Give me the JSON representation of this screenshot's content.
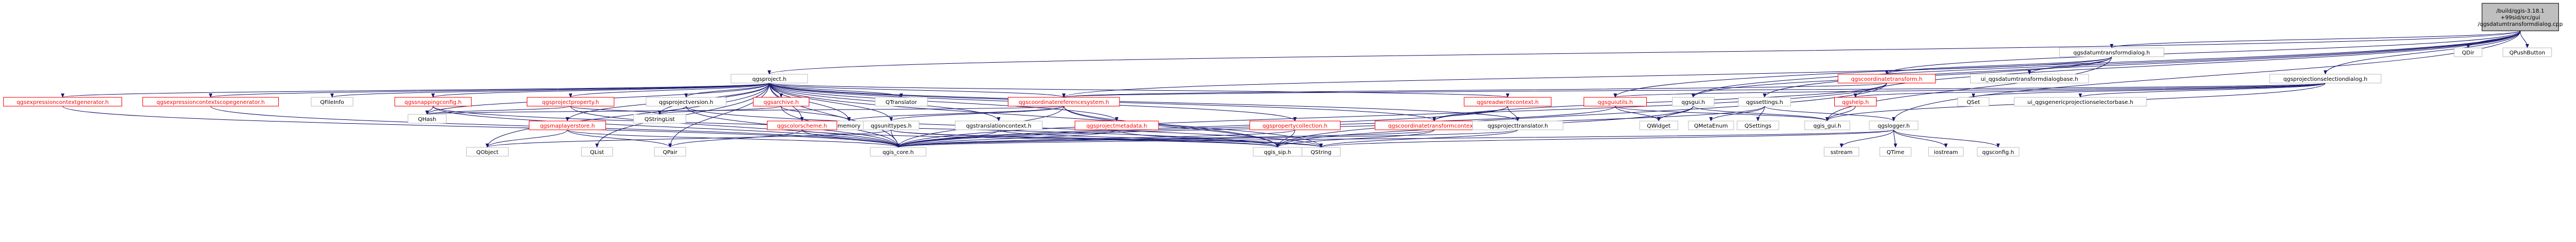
{
  "diagram": {
    "kind": "include-dependency-graph",
    "colors": {
      "edge": "#191970",
      "root_fill": "#bfbfbf",
      "doc_border": "#ff0000",
      "doc_text": "#ff0000",
      "plain_border": "#bfbfbf",
      "plain_text": "#000000"
    },
    "nodes": [
      {
        "id": "root",
        "lines": [
          "/build/qgis-3.18.1",
          "+99sid/src/gui",
          "/qgsdatumtransformdialog.cpp"
        ],
        "style": "root"
      },
      {
        "id": "n_dtdlg",
        "lines": [
          "qgsdatumtransformdialog.h"
        ],
        "style": "plain"
      },
      {
        "id": "n_qdir",
        "lines": [
          "QDir"
        ],
        "style": "plain"
      },
      {
        "id": "n_qpush",
        "lines": [
          "QPushButton"
        ],
        "style": "plain"
      },
      {
        "id": "n_project",
        "lines": [
          "qgsproject.h"
        ],
        "style": "plain"
      },
      {
        "id": "n_ctr",
        "lines": [
          "qgscoordinatetransform.h"
        ],
        "style": "red"
      },
      {
        "id": "n_uidt",
        "lines": [
          "ui_qgsdatumtransformdialogbase.h"
        ],
        "style": "plain"
      },
      {
        "id": "n_projsel",
        "lines": [
          "qgsprojectionselectiondialog.h"
        ],
        "style": "plain"
      },
      {
        "id": "n_exprgen",
        "lines": [
          "qgsexpressioncontextgenerator.h"
        ],
        "style": "red"
      },
      {
        "id": "n_exprscope",
        "lines": [
          "qgsexpressioncontextscopegenerator.h"
        ],
        "style": "red"
      },
      {
        "id": "n_qfileinfo",
        "lines": [
          "QFileInfo"
        ],
        "style": "plain"
      },
      {
        "id": "n_snapcfg",
        "lines": [
          "qgssnappingconfig.h"
        ],
        "style": "red"
      },
      {
        "id": "n_projprop",
        "lines": [
          "qgsprojectproperty.h"
        ],
        "style": "red"
      },
      {
        "id": "n_projver",
        "lines": [
          "qgsprojectversion.h"
        ],
        "style": "plain"
      },
      {
        "id": "n_archive",
        "lines": [
          "qgsarchive.h"
        ],
        "style": "red"
      },
      {
        "id": "n_qtranslator",
        "lines": [
          "QTranslator"
        ],
        "style": "plain"
      },
      {
        "id": "n_crs",
        "lines": [
          "qgscoordinatereferencesystem.h"
        ],
        "style": "red"
      },
      {
        "id": "n_readwrite",
        "lines": [
          "qgsreadwritecontext.h"
        ],
        "style": "red"
      },
      {
        "id": "n_guiutils",
        "lines": [
          "qgsguiutils.h"
        ],
        "style": "red"
      },
      {
        "id": "n_qgsgui",
        "lines": [
          "qgsgui.h"
        ],
        "style": "plain"
      },
      {
        "id": "n_settings",
        "lines": [
          "qgssettings.h"
        ],
        "style": "plain"
      },
      {
        "id": "n_help",
        "lines": [
          "qgshelp.h"
        ],
        "style": "red"
      },
      {
        "id": "n_qset",
        "lines": [
          "QSet"
        ],
        "style": "plain"
      },
      {
        "id": "n_uigeneric",
        "lines": [
          "ui_qgsgenericprojectionselectorbase.h"
        ],
        "style": "plain"
      },
      {
        "id": "n_qhash",
        "lines": [
          "QHash"
        ],
        "style": "plain"
      },
      {
        "id": "n_qstringlist",
        "lines": [
          "QStringList"
        ],
        "style": "plain"
      },
      {
        "id": "n_memory",
        "lines": [
          "memory"
        ],
        "style": "plain"
      },
      {
        "id": "n_unittypes",
        "lines": [
          "qgsunittypes.h"
        ],
        "style": "plain"
      },
      {
        "id": "n_translctx",
        "lines": [
          "qgstranslationcontext.h"
        ],
        "style": "plain"
      },
      {
        "id": "n_projmeta",
        "lines": [
          "qgsprojectmetadata.h"
        ],
        "style": "red"
      },
      {
        "id": "n_colorscheme",
        "lines": [
          "qgscolorscheme.h"
        ],
        "style": "red"
      },
      {
        "id": "n_maplayerstore",
        "lines": [
          "qgsmaplayerstore.h"
        ],
        "style": "red"
      },
      {
        "id": "n_propcoll",
        "lines": [
          "qgspropertycollection.h"
        ],
        "style": "red"
      },
      {
        "id": "n_ctctx",
        "lines": [
          "qgscoordinatetransformcontext.h"
        ],
        "style": "red"
      },
      {
        "id": "n_projtrans",
        "lines": [
          "qgsprojecttranslator.h"
        ],
        "style": "plain"
      },
      {
        "id": "n_qwidget",
        "lines": [
          "QWidget"
        ],
        "style": "plain"
      },
      {
        "id": "n_qmetaenum",
        "lines": [
          "QMetaEnum"
        ],
        "style": "plain"
      },
      {
        "id": "n_qsettings",
        "lines": [
          "QSettings"
        ],
        "style": "plain"
      },
      {
        "id": "n_qgslogger",
        "lines": [
          "qgslogger.h"
        ],
        "style": "plain"
      },
      {
        "id": "n_qobject",
        "lines": [
          "QObject"
        ],
        "style": "plain"
      },
      {
        "id": "n_qlist",
        "lines": [
          "QList"
        ],
        "style": "plain"
      },
      {
        "id": "n_qpair",
        "lines": [
          "QPair"
        ],
        "style": "plain"
      },
      {
        "id": "n_qgscore",
        "lines": [
          "qgis_core.h"
        ],
        "style": "plain"
      },
      {
        "id": "n_qgssip",
        "lines": [
          "qgis_sip.h"
        ],
        "style": "plain"
      },
      {
        "id": "n_qstring",
        "lines": [
          "QString"
        ],
        "style": "plain"
      },
      {
        "id": "n_qgsguih",
        "lines": [
          "qgis_gui.h"
        ],
        "style": "plain"
      },
      {
        "id": "n_sstream",
        "lines": [
          "sstream"
        ],
        "style": "plain"
      },
      {
        "id": "n_qtime",
        "lines": [
          "QTime"
        ],
        "style": "plain"
      },
      {
        "id": "n_iostream",
        "lines": [
          "iostream"
        ],
        "style": "plain"
      },
      {
        "id": "n_qgsconfig",
        "lines": [
          "qgsconfig.h"
        ],
        "style": "plain"
      }
    ],
    "edges": [
      [
        "root",
        "n_dtdlg"
      ],
      [
        "root",
        "n_qdir"
      ],
      [
        "root",
        "n_qpush"
      ],
      [
        "root",
        "n_project"
      ],
      [
        "root",
        "n_ctr"
      ],
      [
        "root",
        "n_projsel"
      ],
      [
        "root",
        "n_qgsgui"
      ],
      [
        "root",
        "n_settings"
      ],
      [
        "root",
        "n_help"
      ],
      [
        "root",
        "n_qgslogger"
      ],
      [
        "root",
        "n_guiutils"
      ],
      [
        "n_dtdlg",
        "n_ctr"
      ],
      [
        "n_dtdlg",
        "n_uidt"
      ],
      [
        "n_dtdlg",
        "n_crs"
      ],
      [
        "n_dtdlg",
        "n_qgsgui"
      ],
      [
        "n_dtdlg",
        "n_qgsguih"
      ],
      [
        "n_projsel",
        "n_qset"
      ],
      [
        "n_projsel",
        "n_uigeneric"
      ],
      [
        "n_projsel",
        "n_guiutils"
      ],
      [
        "n_projsel",
        "n_help"
      ],
      [
        "n_projsel",
        "n_qgsguih"
      ],
      [
        "n_projsel",
        "n_crs"
      ],
      [
        "n_project",
        "n_exprgen"
      ],
      [
        "n_project",
        "n_exprscope"
      ],
      [
        "n_project",
        "n_qfileinfo"
      ],
      [
        "n_project",
        "n_snapcfg"
      ],
      [
        "n_project",
        "n_projprop"
      ],
      [
        "n_project",
        "n_projver"
      ],
      [
        "n_project",
        "n_archive"
      ],
      [
        "n_project",
        "n_qtranslator"
      ],
      [
        "n_project",
        "n_crs"
      ],
      [
        "n_project",
        "n_readwrite"
      ],
      [
        "n_project",
        "n_qhash"
      ],
      [
        "n_project",
        "n_qstringlist"
      ],
      [
        "n_project",
        "n_memory"
      ],
      [
        "n_project",
        "n_unittypes"
      ],
      [
        "n_project",
        "n_translctx"
      ],
      [
        "n_project",
        "n_projmeta"
      ],
      [
        "n_project",
        "n_colorscheme"
      ],
      [
        "n_project",
        "n_maplayerstore"
      ],
      [
        "n_project",
        "n_propcoll"
      ],
      [
        "n_project",
        "n_ctctx"
      ],
      [
        "n_project",
        "n_projtrans"
      ],
      [
        "n_project",
        "n_qobject"
      ],
      [
        "n_project",
        "n_qlist"
      ],
      [
        "n_project",
        "n_qgscore"
      ],
      [
        "n_project",
        "n_qgssip"
      ],
      [
        "n_project",
        "n_qpair"
      ],
      [
        "n_exprgen",
        "n_qgscore"
      ],
      [
        "n_exprscope",
        "n_qgscore"
      ],
      [
        "n_snapcfg",
        "n_qhash"
      ],
      [
        "n_snapcfg",
        "n_qgscore"
      ],
      [
        "n_snapcfg",
        "n_qgssip"
      ],
      [
        "n_projprop",
        "n_qhash"
      ],
      [
        "n_projprop",
        "n_qstringlist"
      ],
      [
        "n_projprop",
        "n_qgscore"
      ],
      [
        "n_projver",
        "n_qstringlist"
      ],
      [
        "n_projver",
        "n_qgscore"
      ],
      [
        "n_projver",
        "n_qstring"
      ],
      [
        "n_archive",
        "n_memory"
      ],
      [
        "n_archive",
        "n_qgscore"
      ],
      [
        "n_archive",
        "n_qstringlist"
      ],
      [
        "n_crs",
        "n_qhash"
      ],
      [
        "n_crs",
        "n_qgscore"
      ],
      [
        "n_crs",
        "n_qgssip"
      ],
      [
        "n_crs",
        "n_unittypes"
      ],
      [
        "n_crs",
        "n_qstring"
      ],
      [
        "n_crs",
        "n_memory"
      ],
      [
        "n_readwrite",
        "n_ctctx"
      ],
      [
        "n_readwrite",
        "n_projtrans"
      ],
      [
        "n_readwrite",
        "n_qgscore"
      ],
      [
        "n_ctr",
        "n_crs"
      ],
      [
        "n_ctr",
        "n_ctctx"
      ],
      [
        "n_ctr",
        "n_qgscore"
      ],
      [
        "n_ctr",
        "n_qgssip"
      ],
      [
        "n_guiutils",
        "n_qgsguih"
      ],
      [
        "n_guiutils",
        "n_qwidget"
      ],
      [
        "n_guiutils",
        "n_qgscore"
      ],
      [
        "n_qgsgui",
        "n_qgsguih"
      ],
      [
        "n_qgsgui",
        "n_qwidget"
      ],
      [
        "n_qgsgui",
        "n_qgssip"
      ],
      [
        "n_settings",
        "n_qmetaenum"
      ],
      [
        "n_settings",
        "n_qsettings"
      ],
      [
        "n_settings",
        "n_qgscore"
      ],
      [
        "n_settings",
        "n_qgslogger"
      ],
      [
        "n_help",
        "n_qgsguih"
      ],
      [
        "n_unittypes",
        "n_qgscore"
      ],
      [
        "n_unittypes",
        "n_qgssip"
      ],
      [
        "n_unittypes",
        "n_qstring"
      ],
      [
        "n_unittypes",
        "n_qobject"
      ],
      [
        "n_translctx",
        "n_qgscore"
      ],
      [
        "n_translctx",
        "n_qstring"
      ],
      [
        "n_projmeta",
        "n_qgscore"
      ],
      [
        "n_projmeta",
        "n_qgssip"
      ],
      [
        "n_colorscheme",
        "n_qgscore"
      ],
      [
        "n_colorscheme",
        "n_qgssip"
      ],
      [
        "n_colorscheme",
        "n_qpair"
      ],
      [
        "n_maplayerstore",
        "n_qgscore"
      ],
      [
        "n_maplayerstore",
        "n_qobject"
      ],
      [
        "n_maplayerstore",
        "n_qpair"
      ],
      [
        "n_propcoll",
        "n_qgscore"
      ],
      [
        "n_propcoll",
        "n_qgssip"
      ],
      [
        "n_ctctx",
        "n_qgscore"
      ],
      [
        "n_ctctx",
        "n_qgssip"
      ],
      [
        "n_projtrans",
        "n_qgscore"
      ],
      [
        "n_projtrans",
        "n_qstring"
      ],
      [
        "n_qgslogger",
        "n_qgscore"
      ],
      [
        "n_qgslogger",
        "n_qstring"
      ],
      [
        "n_qgslogger",
        "n_sstream"
      ],
      [
        "n_qgslogger",
        "n_qtime"
      ],
      [
        "n_qgslogger",
        "n_iostream"
      ],
      [
        "n_qgslogger",
        "n_qgsconfig"
      ]
    ]
  }
}
